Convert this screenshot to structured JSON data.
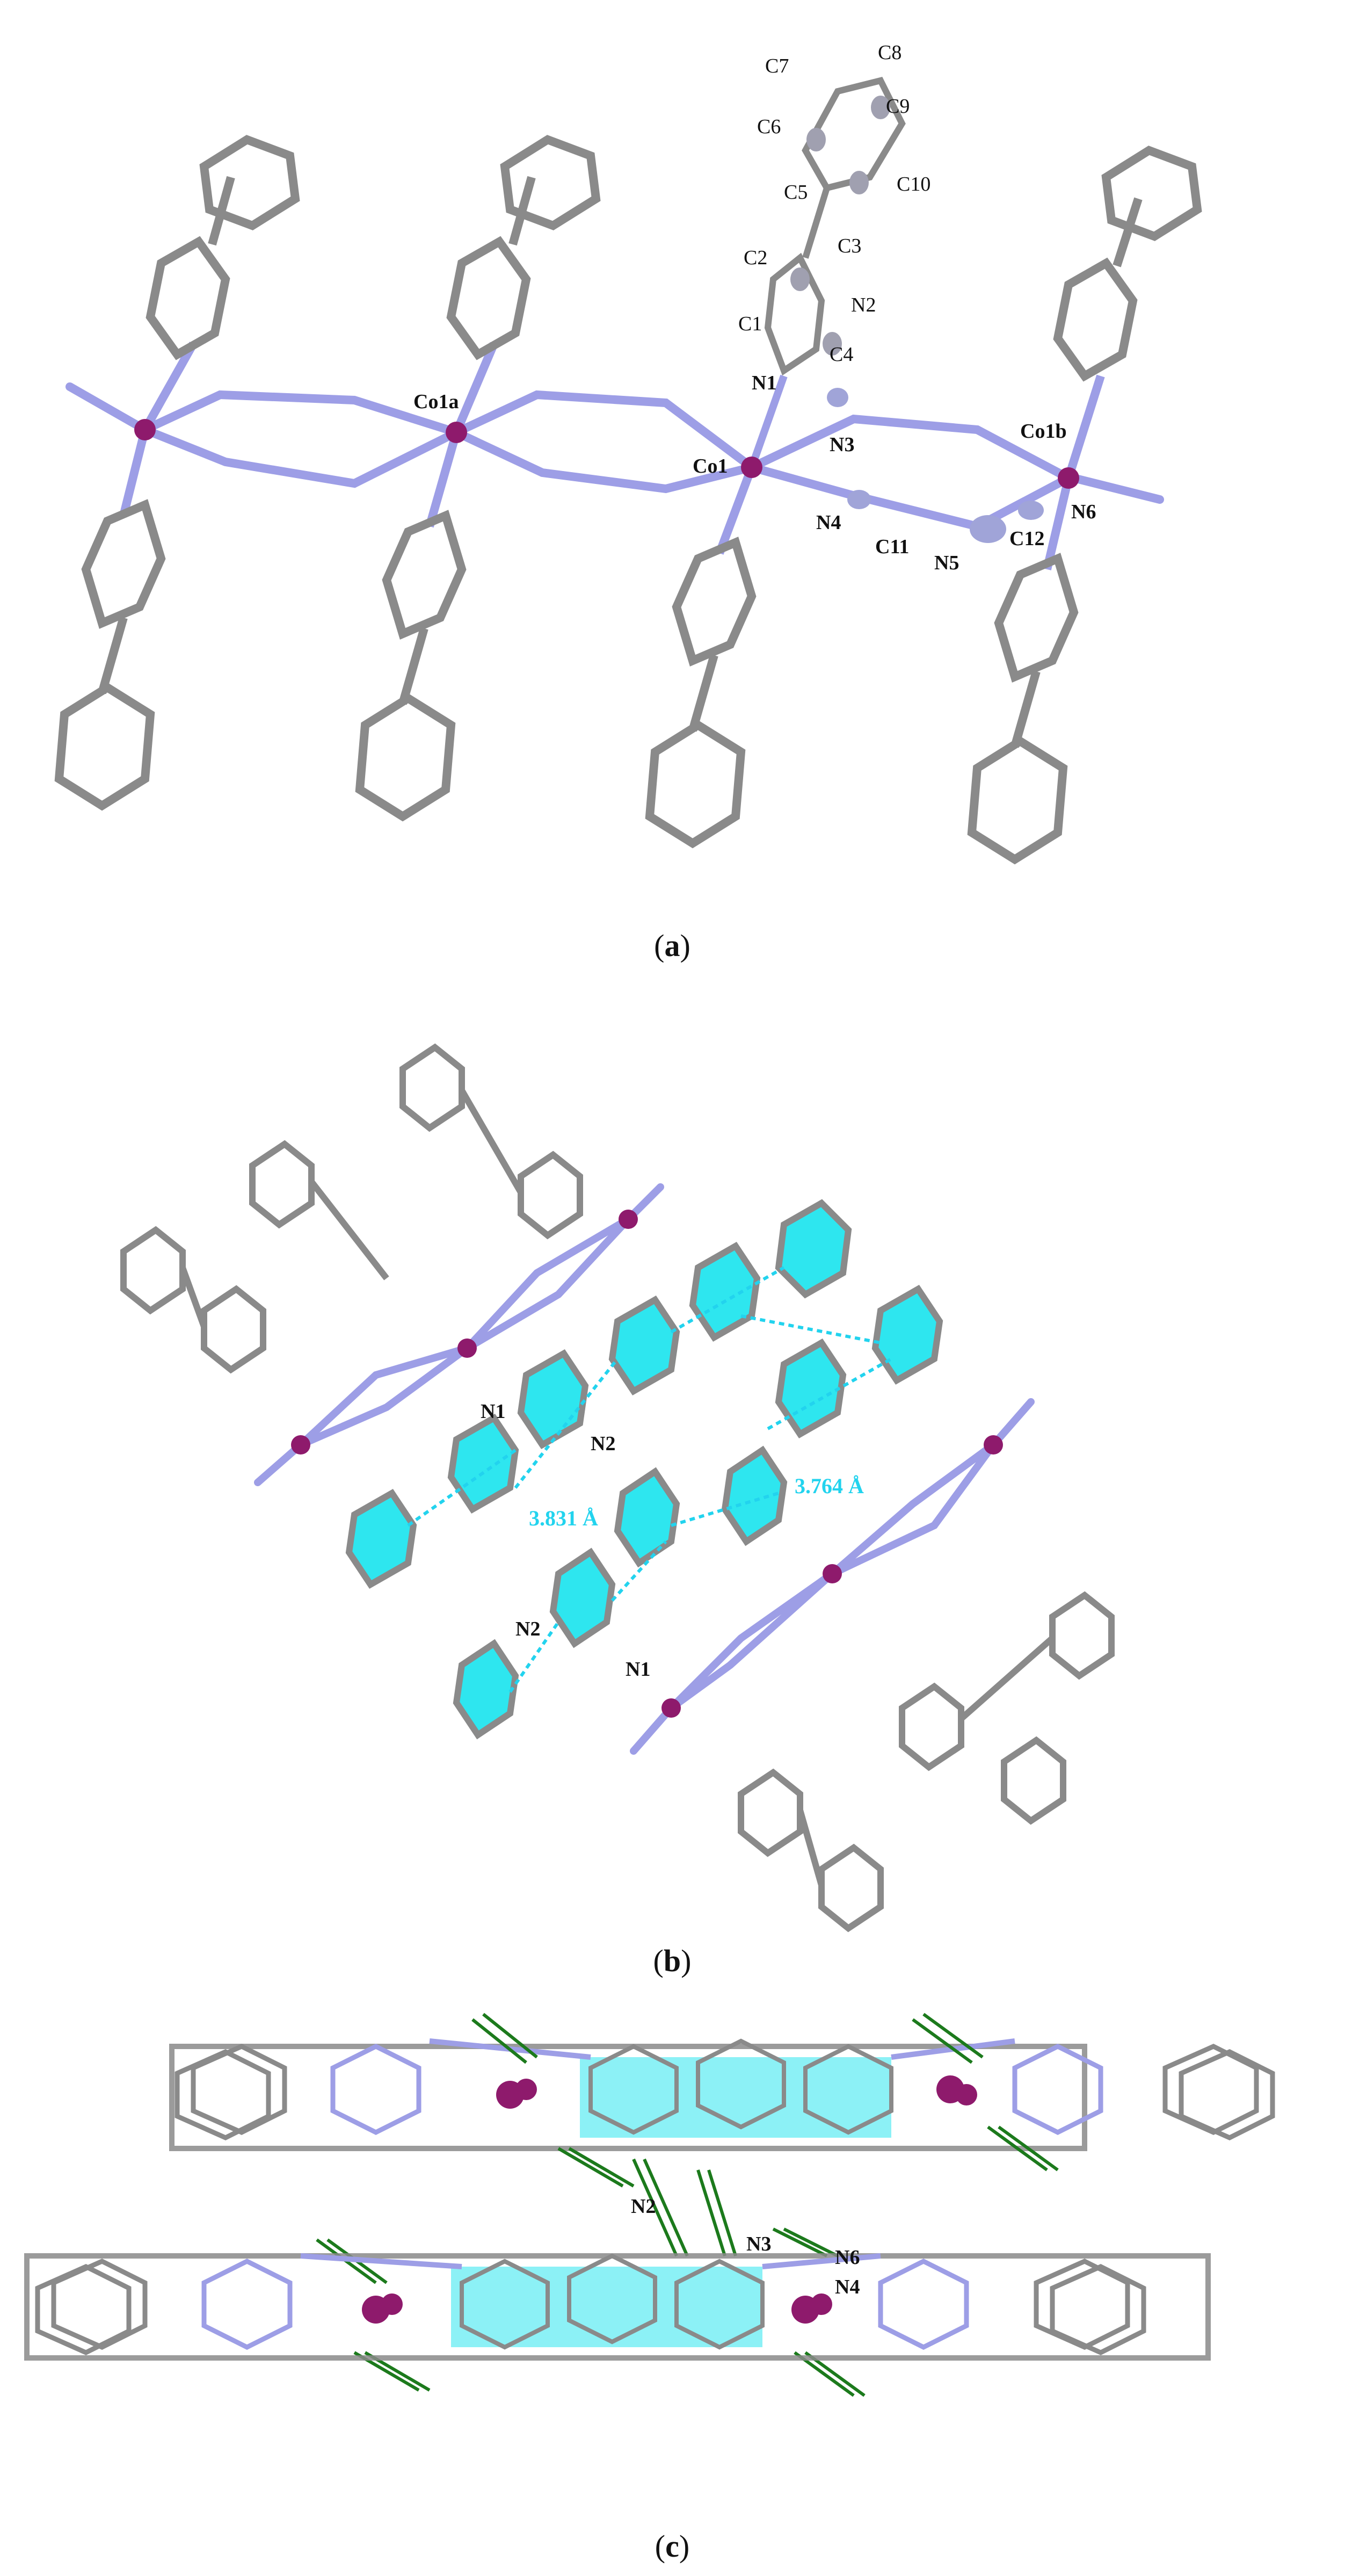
{
  "colors": {
    "carbon": "#8a8a8a",
    "nitrogen": "#9d9ee6",
    "cobalt": "#8e1a6c",
    "hydrogen": "#d8d8d8",
    "pi_highlight": "#2ee6ef",
    "hbond": "#1c7a1c",
    "distance_line": "#22d3ee"
  },
  "panels": [
    {
      "caption_open": "(",
      "caption_letter": "a",
      "caption_close": ")",
      "atom_labels": [
        "C7",
        "C8",
        "C6",
        "C9",
        "C5",
        "C10",
        "C2",
        "C3",
        "C1",
        "N2",
        "C4",
        "N1",
        "N3",
        "Co1a",
        "Co1",
        "Co1b",
        "N4",
        "C11",
        "N5",
        "C12",
        "N6"
      ]
    },
    {
      "caption_open": "(",
      "caption_letter": "b",
      "caption_close": ")",
      "atom_labels": [
        "N1",
        "N2",
        "N2",
        "N1"
      ],
      "distances": [
        "3.831 Å",
        "3.764 Å"
      ]
    },
    {
      "caption_open": "(",
      "caption_letter": "c",
      "caption_close": ")",
      "atom_labels": [
        "N2",
        "N3",
        "N6",
        "N4"
      ]
    }
  ]
}
